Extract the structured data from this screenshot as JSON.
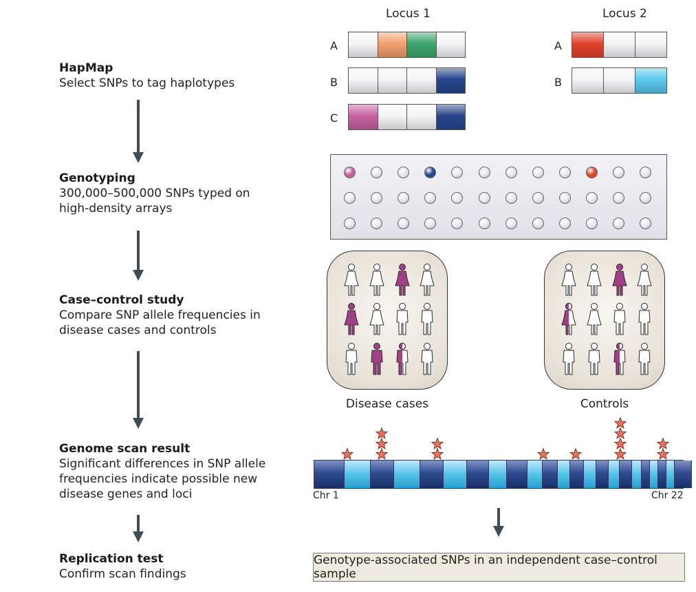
{
  "steps": [
    {
      "title": "HapMap",
      "desc": [
        "Select SNPs to tag haplotypes"
      ]
    },
    {
      "title": "Genotyping",
      "desc": [
        "300,000–500,000 SNPs typed on",
        "high-density arrays"
      ]
    },
    {
      "title": "Case–control study",
      "desc": [
        "Compare SNP allele frequencies in",
        "disease cases and controls"
      ]
    },
    {
      "title": "Genome scan result",
      "desc": [
        "Significant differences in SNP allele",
        "frequencies indicate possible new",
        "disease genes and loci"
      ]
    },
    {
      "title": "Replication  test",
      "desc": [
        "Confirm scan findings"
      ]
    }
  ],
  "locus1": {
    "title": "Locus 1",
    "rows": [
      {
        "label": "A",
        "cells": [
          "white",
          "orange",
          "green",
          "white"
        ]
      },
      {
        "label": "B",
        "cells": [
          "white",
          "white",
          "white",
          "navy"
        ]
      },
      {
        "label": "C",
        "cells": [
          "magenta",
          "white",
          "white",
          "navy"
        ]
      }
    ]
  },
  "locus2": {
    "title": "Locus 2",
    "rows": [
      {
        "label": "A",
        "cells": [
          "red",
          "white",
          "white"
        ]
      },
      {
        "label": "B",
        "cells": [
          "white",
          "white",
          "cyan"
        ]
      }
    ]
  },
  "array_highlights": [
    {
      "row": 0,
      "col": 0,
      "color": "magenta"
    },
    {
      "row": 0,
      "col": 3,
      "color": "navy"
    },
    {
      "row": 0,
      "col": 9,
      "color": "red"
    }
  ],
  "groups": {
    "cases": {
      "label": "Disease cases",
      "people": [
        [
          "female-white",
          "female-white",
          "female-purple",
          "female-white"
        ],
        [
          "female-purple",
          "female-white",
          "male-white",
          "male-white"
        ],
        [
          "male-white",
          "male-purple",
          "male-half",
          "male-white"
        ]
      ]
    },
    "controls": {
      "label": "Controls",
      "people": [
        [
          "female-white",
          "female-white",
          "female-purple",
          "female-white"
        ],
        [
          "female-half",
          "female-white",
          "male-white",
          "male-white"
        ],
        [
          "male-white",
          "male-white",
          "male-half",
          "male-white"
        ]
      ]
    }
  },
  "chromosome": {
    "start_label": "Chr 1",
    "end_label": "Chr 22",
    "bands": [
      "dark",
      "light",
      "dark",
      "light",
      "dark",
      "light",
      "dark",
      "light",
      "dark",
      "light",
      "dark",
      "light",
      "dark",
      "light",
      "dark",
      "light",
      "dark",
      "light",
      "dark",
      "light",
      "dark",
      "light",
      "dark"
    ],
    "star_stacks": [
      1,
      3,
      2,
      1,
      1,
      4,
      2
    ]
  },
  "replication_result": "Genotype-associated SNPs in an independent case–control sample",
  "colors": {
    "white": "#f4f4f6",
    "orange": "#f3a06e",
    "green": "#3fa66e",
    "navy": "#27468f",
    "magenta": "#c8619f",
    "red": "#e0442c",
    "cyan": "#5cc8ee",
    "purple": "#a13f87",
    "arrow": "#3d4c57",
    "star": "#e8735c"
  }
}
